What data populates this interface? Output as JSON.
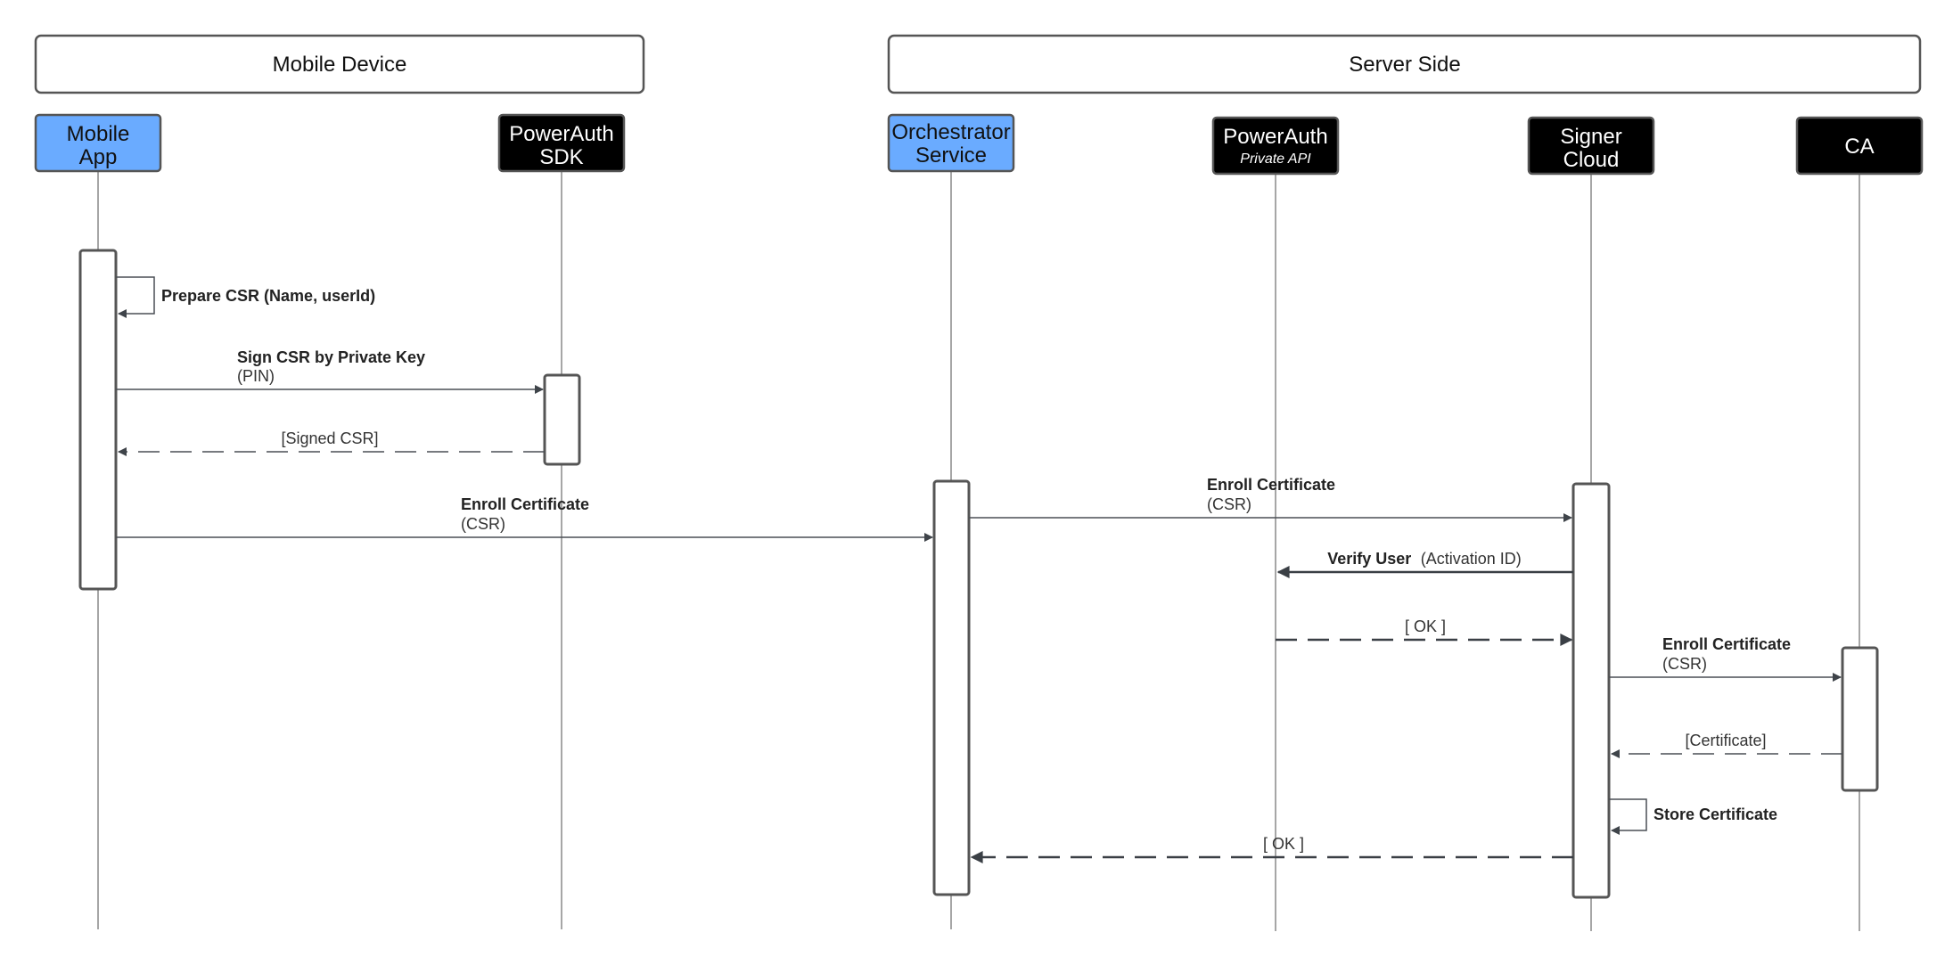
{
  "groups": {
    "mobile": "Mobile Device",
    "server": "Server Side"
  },
  "actors": {
    "mobile_app": {
      "line1": "Mobile",
      "line2": "App",
      "fill": "#6aabff",
      "text_color": "#111111"
    },
    "powerauth_sdk": {
      "line1": "PowerAuth",
      "line2": "SDK",
      "fill": "#000000",
      "text_color": "#ffffff"
    },
    "orchestrator": {
      "line1": "Orchestrator",
      "line2": "Service",
      "fill": "#6aabff",
      "text_color": "#111111"
    },
    "powerauth_api": {
      "line1": "PowerAuth",
      "sub": "Private API",
      "fill": "#000000",
      "text_color": "#ffffff"
    },
    "signer_cloud": {
      "line1": "Signer",
      "line2": "Cloud",
      "fill": "#000000",
      "text_color": "#ffffff"
    },
    "ca": {
      "line1": "CA",
      "fill": "#000000",
      "text_color": "#ffffff"
    }
  },
  "messages": {
    "prepare_csr": {
      "bold": "Prepare CSR (Name, userId)"
    },
    "sign_csr": {
      "bold": "Sign CSR by Private Key",
      "detail": "(PIN)"
    },
    "signed_csr": {
      "text": "[Signed CSR]"
    },
    "enroll_app": {
      "bold": "Enroll Certificate",
      "detail": "(CSR)"
    },
    "enroll_orch": {
      "bold": "Enroll Certificate",
      "detail": "(CSR)"
    },
    "verify_user": {
      "bold": "Verify User",
      "detail": "(Activation ID)"
    },
    "ok_powerauth": {
      "text": "[ OK ]"
    },
    "enroll_ca": {
      "bold": "Enroll Certificate",
      "detail": "(CSR)"
    },
    "certificate": {
      "text": "[Certificate]"
    },
    "store_cert": {
      "bold": "Store Certificate"
    },
    "ok_orch": {
      "text": "[ OK ]"
    }
  },
  "colors": {
    "accent_blue": "#6aabff",
    "dark": "#000000",
    "line": "#4a4f55"
  }
}
